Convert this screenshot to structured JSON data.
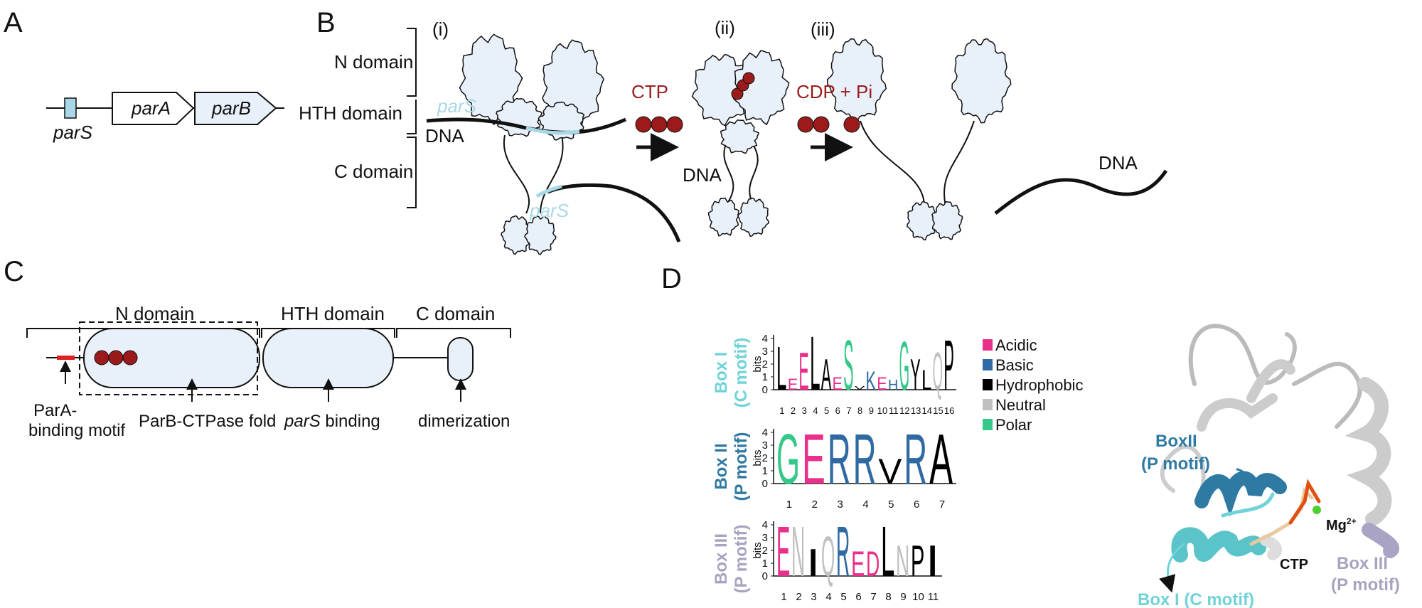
{
  "colors": {
    "acidic": "#e8318a",
    "basic": "#2f6aa3",
    "hydrophobic": "#000000",
    "neutral": "#c0c0c0",
    "polar": "#35c88a",
    "nucleotide": "#9b1b1b",
    "parS": "#a8d8e8",
    "domain_fill": "#e8f0fa",
    "box1": "#6fd3d8",
    "box2": "#2f7aa3",
    "box3": "#a8a4c0"
  },
  "panelA": {
    "label": "A",
    "parS": "parS",
    "parA": "parA",
    "parB": "parB"
  },
  "panelB": {
    "label": "B",
    "n_domain": "N domain",
    "hth_domain": "HTH domain",
    "c_domain": "C domain",
    "dna": "DNA",
    "parS": "parS",
    "state_i": "(i)",
    "state_ii": "(ii)",
    "state_iii": "(iii)",
    "ctp": "CTP",
    "cdp_pi": "CDP + Pi",
    "dna2": "DNA",
    "parS2": "parS",
    "dna3": "DNA"
  },
  "panelC": {
    "label": "C",
    "n_domain": "N domain",
    "hth_domain": "HTH domain",
    "c_domain": "C domain",
    "parA_line1": "ParA-",
    "parA_line2": "binding motif",
    "ctpase": "ParB-CTPase fold",
    "parS": "parS",
    "parS_rest": " binding",
    "dimer": "dimerization"
  },
  "panelD": {
    "label": "D",
    "bits": "bits",
    "legend": [
      {
        "label": "Acidic",
        "cls": "acidic"
      },
      {
        "label": "Basic",
        "cls": "basic"
      },
      {
        "label": "Hydrophobic",
        "cls": "hydrophobic"
      },
      {
        "label": "Neutral",
        "cls": "neutral"
      },
      {
        "label": "Polar",
        "cls": "polar"
      }
    ],
    "logos": [
      {
        "title1": "Box I",
        "title2": "(C motif)",
        "color": "box1",
        "yticks": [
          "0",
          "1",
          "2",
          "3",
          "4"
        ],
        "positions": [
          [
            "L",
            "hydrophobic",
            3.5
          ],
          [
            "E",
            "acidic",
            0.9
          ],
          [
            "E",
            "acidic",
            3.0
          ],
          [
            "L",
            "hydrophobic",
            4.3
          ],
          [
            "A",
            "hydrophobic",
            2.5
          ],
          [
            "E",
            "acidic",
            1.0
          ],
          [
            "S",
            "polar",
            4.0
          ],
          [
            "V",
            "hydrophobic",
            0.3
          ],
          [
            "K",
            "basic",
            1.5
          ],
          [
            "E",
            "acidic",
            1.0
          ],
          [
            "H",
            "basic",
            0.8
          ],
          [
            "G",
            "polar",
            3.9
          ],
          [
            "Y",
            "hydrophobic",
            2.5
          ],
          [
            "L",
            "hydrophobic",
            1.6
          ],
          [
            "Q",
            "neutral",
            3.0
          ],
          [
            "P",
            "hydrophobic",
            4.0
          ]
        ],
        "xticks": [
          "1",
          "2",
          "3",
          "4",
          "5",
          "6",
          "7",
          "8",
          "9",
          "10",
          "11",
          "12",
          "13",
          "14",
          "15",
          "16"
        ]
      },
      {
        "title1": "Box II",
        "title2": "(P motif)",
        "color": "box2",
        "yticks": [
          "0",
          "1",
          "2",
          "3",
          "4"
        ],
        "positions": [
          [
            "G",
            "polar",
            4.0
          ],
          [
            "E",
            "acidic",
            4.0
          ],
          [
            "R",
            "basic",
            4.0
          ],
          [
            "R",
            "basic",
            4.0
          ],
          [
            "V",
            "hydrophobic",
            2.0
          ],
          [
            "R",
            "basic",
            4.0
          ],
          [
            "A",
            "hydrophobic",
            4.0
          ]
        ],
        "xticks": [
          "1",
          "2",
          "3",
          "4",
          "5",
          "6",
          "7"
        ]
      },
      {
        "title1": "Box III",
        "title2": "(P motif)",
        "color": "box3",
        "yticks": [
          "0",
          "1",
          "2",
          "3",
          "4"
        ],
        "positions": [
          [
            "E",
            "acidic",
            4.0
          ],
          [
            "N",
            "neutral",
            4.0
          ],
          [
            "I",
            "hydrophobic",
            2.2
          ],
          [
            "Q",
            "neutral",
            3.2
          ],
          [
            "R",
            "basic",
            4.0
          ],
          [
            "E",
            "acidic",
            2.0
          ],
          [
            "D",
            "acidic",
            2.0
          ],
          [
            "L",
            "hydrophobic",
            4.0
          ],
          [
            "N",
            "neutral",
            2.5
          ],
          [
            "P",
            "hydrophobic",
            2.5
          ],
          [
            "I",
            "hydrophobic",
            2.5
          ]
        ],
        "xticks": [
          "1",
          "2",
          "3",
          "4",
          "5",
          "6",
          "7",
          "8",
          "9",
          "10",
          "11"
        ]
      }
    ],
    "structure": {
      "box2_l1": "BoxII",
      "box2_l2": "(P motif)",
      "mg": "Mg",
      "mg_sup": "2+",
      "ctp": "CTP",
      "box3_l1": "Box III",
      "box3_l2": "(P motif)",
      "box1": "Box I (C motif)"
    }
  }
}
